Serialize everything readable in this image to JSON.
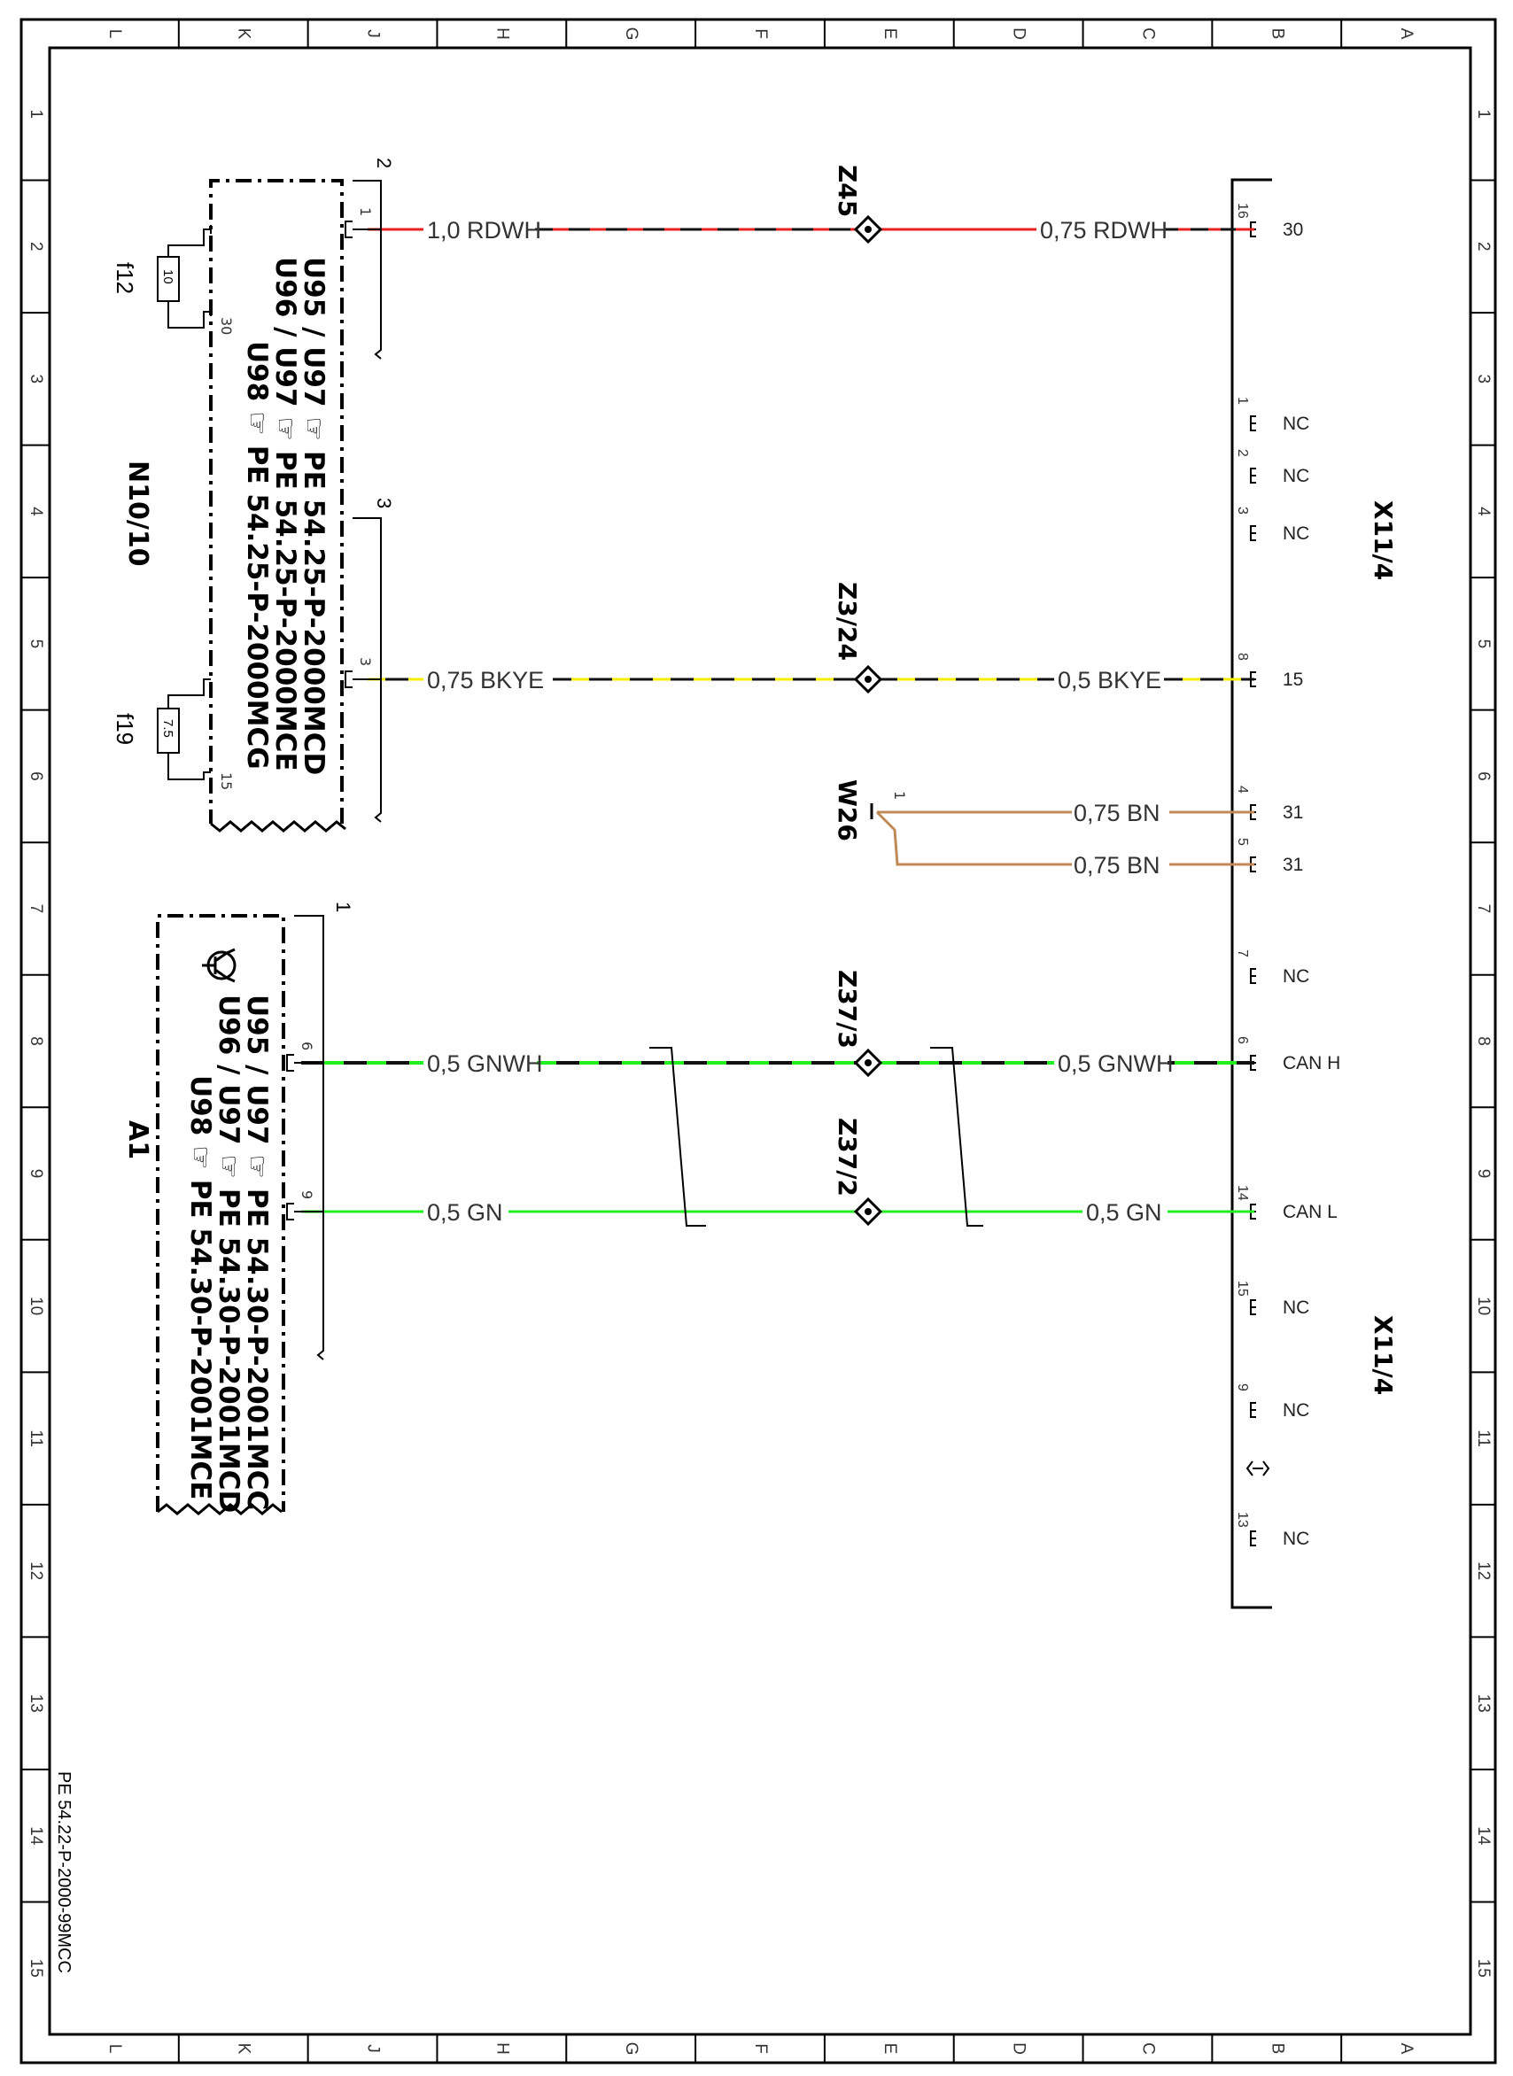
{
  "sheet": {
    "grid_letters": [
      "L",
      "K",
      "J",
      "H",
      "G",
      "F",
      "E",
      "D",
      "C",
      "B",
      "A"
    ],
    "grid_numbers": [
      "1",
      "2",
      "3",
      "4",
      "5",
      "6",
      "7",
      "8",
      "9",
      "10",
      "11",
      "12",
      "13",
      "14",
      "15"
    ],
    "doc_ref": "PE 54.22-P-2000-99MCC"
  },
  "components": {
    "n10": {
      "name": "N10/10",
      "refs": [
        "U95 / U97 ☞ PE 54.25-P-2000MCD",
        "U96 / U97 ☞ PE 54.25-P-2000MCE",
        "U98 ☞ PE 54.25-P-2000MCG"
      ],
      "fuse_f12": {
        "name": "f12",
        "rating": "10"
      },
      "fuse_f19": {
        "name": "f19",
        "rating": "7.5"
      },
      "pin_1": "1",
      "pin_30": "30",
      "pin_3": "3",
      "pin_15": "15",
      "bracket_upper": "2",
      "bracket_lower": "3"
    },
    "a1": {
      "name": "A1",
      "refs": [
        "U95 / U97 ☞ PE 54.30-P-2001MCC",
        "U96 / U97 ☞ PE 54.30-P-2001MCD",
        "U98 ☞ PE 54.30-P-2001MCE"
      ],
      "pin_6": "6",
      "pin_9": "9",
      "bracket": "1"
    },
    "x11_4": {
      "name_upper": "X11/4",
      "name_lower": "X11/4"
    }
  },
  "splices": {
    "z45": "Z45",
    "z3_24": "Z3/24",
    "w26": "W26",
    "w26_pin": "1",
    "z37_3": "Z37/3",
    "z37_2": "Z37/2"
  },
  "wires": {
    "rdwh_left": "1,0 RDWH",
    "rdwh_right": "0,75 RDWH",
    "bkye_left": "0,75 BKYE",
    "bkye_right": "0,5 BKYE",
    "bn_upper": "0,75 BN",
    "bn_lower": "0,75 BN",
    "gnwh_left": "0,5 GNWH",
    "gnwh_right": "0,5 GNWH",
    "gn_left": "0,5 GN",
    "gn_right": "0,5 GN"
  },
  "x11_pins": [
    {
      "pin": "16",
      "signal": "30"
    },
    {
      "pin": "1",
      "signal": "NC"
    },
    {
      "pin": "2",
      "signal": "NC"
    },
    {
      "pin": "3",
      "signal": "NC"
    },
    {
      "pin": "8",
      "signal": "15"
    },
    {
      "pin": "4",
      "signal": "31"
    },
    {
      "pin": "5",
      "signal": "31"
    },
    {
      "pin": "7",
      "signal": "NC"
    },
    {
      "pin": "6",
      "signal": "CAN H"
    },
    {
      "pin": "14",
      "signal": "CAN L"
    },
    {
      "pin": "15",
      "signal": "NC"
    },
    {
      "pin": "9",
      "signal": "NC"
    },
    {
      "pin": "13",
      "signal": "NC"
    }
  ],
  "colors": {
    "red": "#e8201e",
    "yellow": "#f5ec00",
    "brown": "#c08a57",
    "green": "#22ee22",
    "black": "#111111",
    "frame": "#000000"
  }
}
